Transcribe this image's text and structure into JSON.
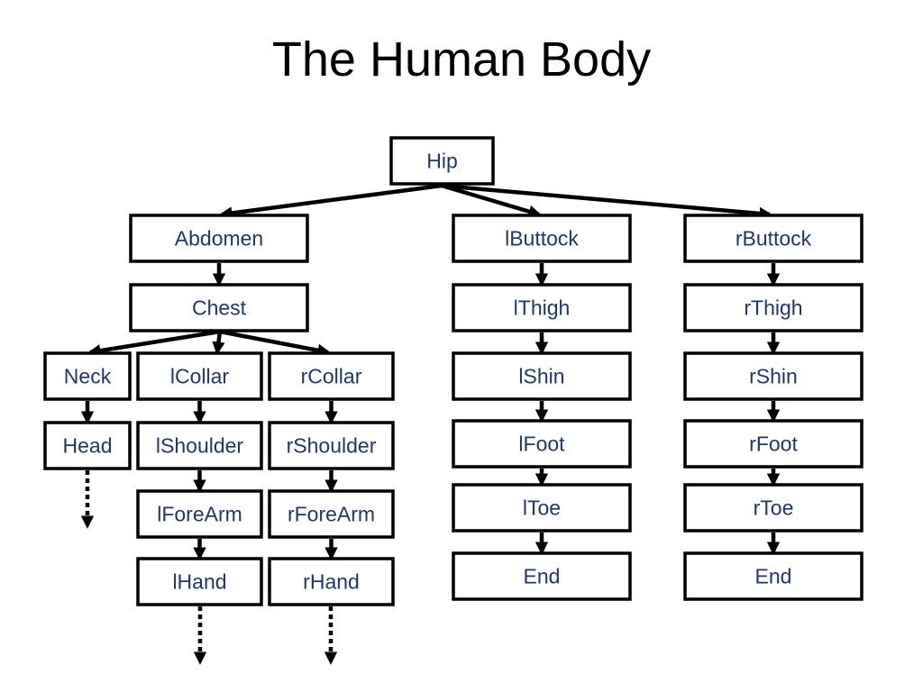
{
  "title": "The Human Body",
  "colors": {
    "node_text": "#1f3864",
    "line": "#000000",
    "background": "#ffffff"
  },
  "nodes": [
    {
      "id": "hip",
      "label": "Hip"
    },
    {
      "id": "abdomen",
      "label": "Abdomen"
    },
    {
      "id": "chest",
      "label": "Chest"
    },
    {
      "id": "neck",
      "label": "Neck"
    },
    {
      "id": "head",
      "label": "Head"
    },
    {
      "id": "lcollar",
      "label": "lCollar"
    },
    {
      "id": "lshoulder",
      "label": "lShoulder"
    },
    {
      "id": "lforearm",
      "label": "lForeArm"
    },
    {
      "id": "lhand",
      "label": "lHand"
    },
    {
      "id": "rcollar",
      "label": "rCollar"
    },
    {
      "id": "rshoulder",
      "label": "rShoulder"
    },
    {
      "id": "rforearm",
      "label": "rForeArm"
    },
    {
      "id": "rhand",
      "label": "rHand"
    },
    {
      "id": "lbuttock",
      "label": "lButtock"
    },
    {
      "id": "lthigh",
      "label": "lThigh"
    },
    {
      "id": "lshin",
      "label": "lShin"
    },
    {
      "id": "lfoot",
      "label": "lFoot"
    },
    {
      "id": "ltoe",
      "label": "lToe"
    },
    {
      "id": "lend",
      "label": "End"
    },
    {
      "id": "rbuttock",
      "label": "rButtock"
    },
    {
      "id": "rthigh",
      "label": "rThigh"
    },
    {
      "id": "rshin",
      "label": "rShin"
    },
    {
      "id": "rfoot",
      "label": "rFoot"
    },
    {
      "id": "rtoe",
      "label": "rToe"
    },
    {
      "id": "rend",
      "label": "End"
    }
  ],
  "edges": [
    {
      "from": "hip",
      "to": "abdomen"
    },
    {
      "from": "hip",
      "to": "lbuttock"
    },
    {
      "from": "hip",
      "to": "rbuttock"
    },
    {
      "from": "abdomen",
      "to": "chest"
    },
    {
      "from": "chest",
      "to": "neck"
    },
    {
      "from": "chest",
      "to": "lcollar"
    },
    {
      "from": "chest",
      "to": "rcollar"
    },
    {
      "from": "neck",
      "to": "head"
    },
    {
      "from": "lcollar",
      "to": "lshoulder"
    },
    {
      "from": "lshoulder",
      "to": "lforearm"
    },
    {
      "from": "lforearm",
      "to": "lhand"
    },
    {
      "from": "rcollar",
      "to": "rshoulder"
    },
    {
      "from": "rshoulder",
      "to": "rforearm"
    },
    {
      "from": "rforearm",
      "to": "rhand"
    },
    {
      "from": "lbuttock",
      "to": "lthigh"
    },
    {
      "from": "lthigh",
      "to": "lshin"
    },
    {
      "from": "lshin",
      "to": "lfoot"
    },
    {
      "from": "lfoot",
      "to": "ltoe"
    },
    {
      "from": "ltoe",
      "to": "lend"
    },
    {
      "from": "rbuttock",
      "to": "rthigh"
    },
    {
      "from": "rthigh",
      "to": "rshin"
    },
    {
      "from": "rshin",
      "to": "rfoot"
    },
    {
      "from": "rfoot",
      "to": "rtoe"
    },
    {
      "from": "rtoe",
      "to": "rend"
    }
  ],
  "continuations": [
    {
      "from": "head"
    },
    {
      "from": "lhand"
    },
    {
      "from": "rhand"
    }
  ]
}
